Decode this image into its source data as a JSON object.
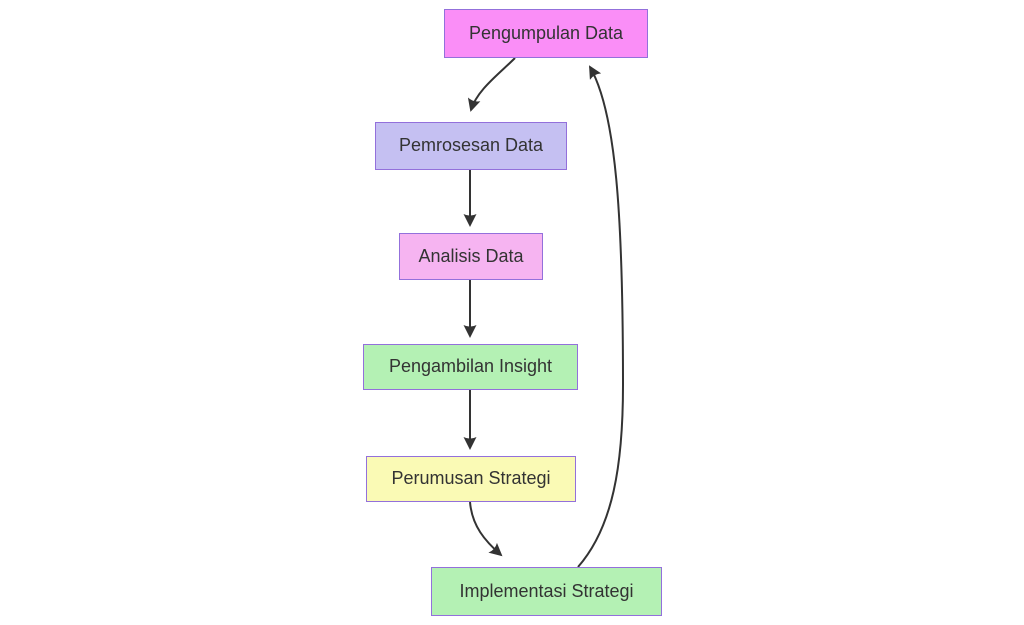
{
  "diagram": {
    "type": "flowchart",
    "direction": "top-down",
    "background": "#ffffff",
    "edge_color": "#333333",
    "text_color": "#333333",
    "nodes": [
      {
        "id": "A",
        "label": "Pengumpulan Data",
        "fill": "#fa8ef7",
        "border": "#9370DB"
      },
      {
        "id": "B",
        "label": "Pemrosesan Data",
        "fill": "#c5c0f2",
        "border": "#9370DB"
      },
      {
        "id": "C",
        "label": "Analisis Data",
        "fill": "#f6b4f1",
        "border": "#9370DB"
      },
      {
        "id": "D",
        "label": "Pengambilan Insight",
        "fill": "#b4f1b4",
        "border": "#9370DB"
      },
      {
        "id": "E",
        "label": "Perumusan Strategi",
        "fill": "#fafab5",
        "border": "#9370DB"
      },
      {
        "id": "F",
        "label": "Implementasi Strategi",
        "fill": "#b4f1b4",
        "border": "#9370DB"
      }
    ],
    "edges": [
      {
        "from": "A",
        "to": "B",
        "label": ""
      },
      {
        "from": "B",
        "to": "C",
        "label": ""
      },
      {
        "from": "C",
        "to": "D",
        "label": ""
      },
      {
        "from": "D",
        "to": "E",
        "label": ""
      },
      {
        "from": "E",
        "to": "F",
        "label": ""
      },
      {
        "from": "F",
        "to": "A",
        "label": ""
      }
    ]
  }
}
